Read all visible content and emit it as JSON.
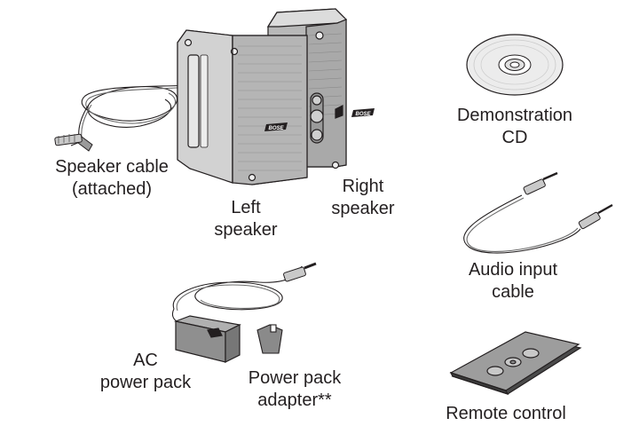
{
  "colors": {
    "ink": "#231f20",
    "metal": "#b8b8b8",
    "metal_light": "#d4d4d4",
    "metal_dark": "#9a9a9a",
    "pack": "#8f8f8f",
    "cable": "#6b6b6b"
  },
  "labels": {
    "speaker_cable": {
      "line1": "Speaker cable",
      "line2": "(attached)"
    },
    "left_speaker": {
      "line1": "Left",
      "line2": "speaker"
    },
    "right_speaker": {
      "line1": "Right",
      "line2": "speaker"
    },
    "demo_cd": {
      "line1": "Demonstration",
      "line2": "CD"
    },
    "audio_cable": {
      "line1": "Audio input",
      "line2": "cable"
    },
    "ac_pack": {
      "line1": "AC",
      "line2": "power pack"
    },
    "adapter": {
      "line1": "Power pack",
      "line2": "adapter**"
    },
    "remote": {
      "line1": "Remote control"
    }
  },
  "brand": {
    "logo_text": "BOSE"
  }
}
